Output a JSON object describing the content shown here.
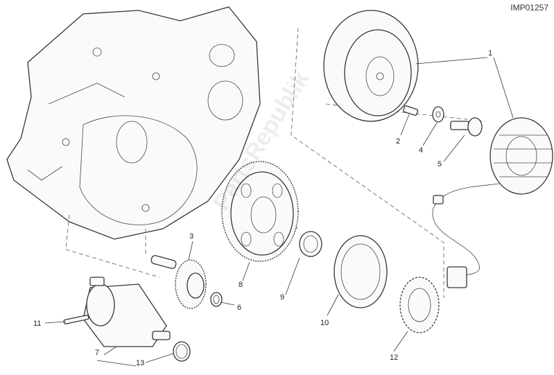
{
  "drawing_code": "IMP01257",
  "watermark": "PartsRepublik",
  "callouts": [
    {
      "id": "c1",
      "label": "1"
    },
    {
      "id": "c2",
      "label": "2"
    },
    {
      "id": "c3",
      "label": "3"
    },
    {
      "id": "c4",
      "label": "4"
    },
    {
      "id": "c5",
      "label": "5"
    },
    {
      "id": "c6",
      "label": "6"
    },
    {
      "id": "c7",
      "label": "7"
    },
    {
      "id": "c8",
      "label": "8"
    },
    {
      "id": "c9",
      "label": "9"
    },
    {
      "id": "c10",
      "label": "10"
    },
    {
      "id": "c11",
      "label": "11"
    },
    {
      "id": "c12",
      "label": "12"
    },
    {
      "id": "c13",
      "label": "13"
    }
  ]
}
